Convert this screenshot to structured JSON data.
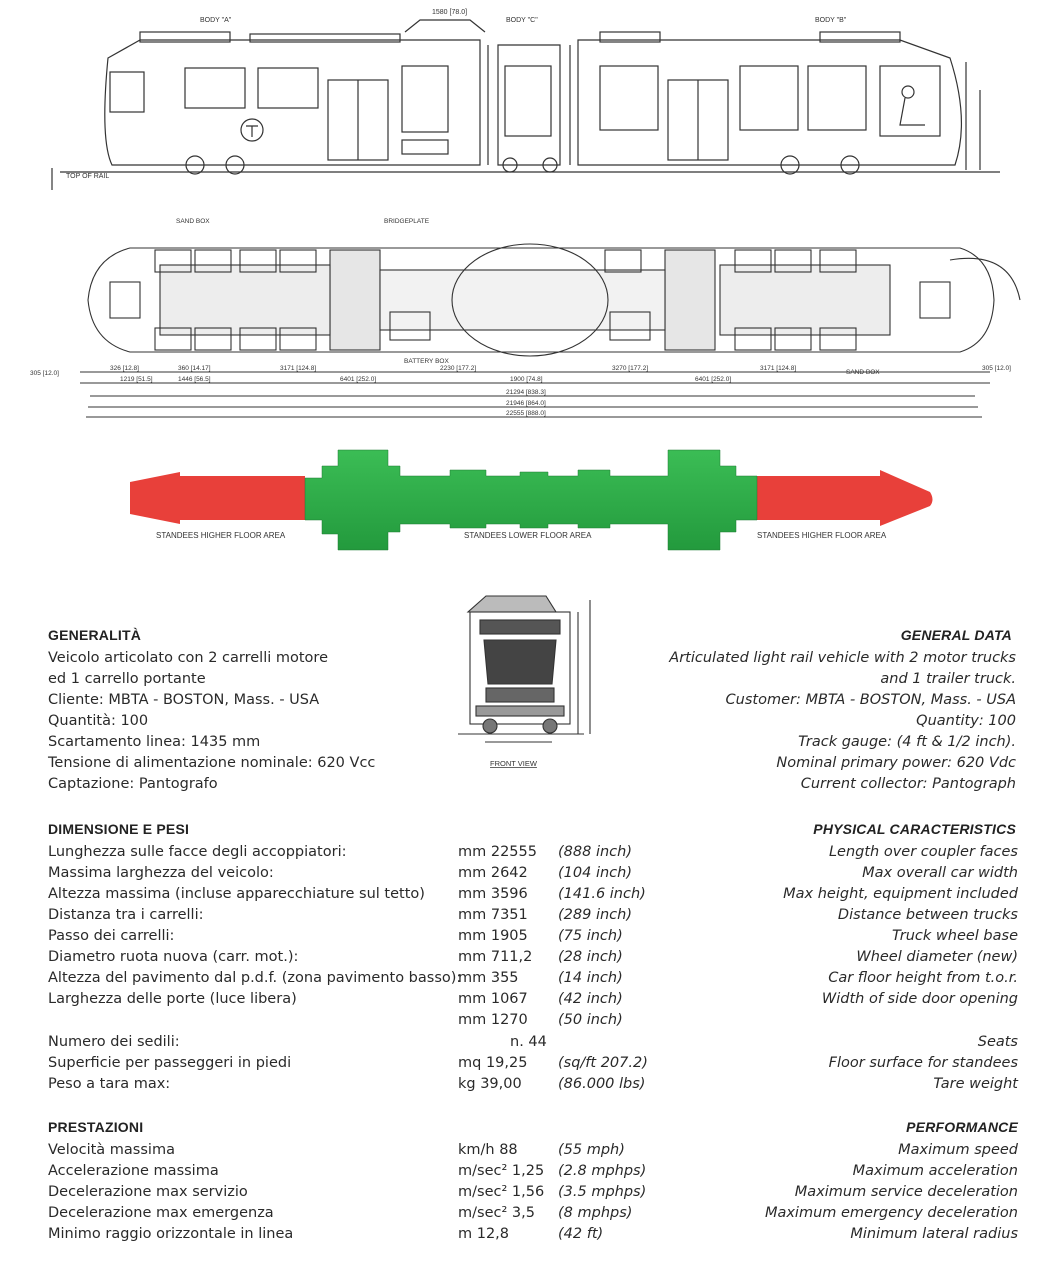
{
  "drawing_labels": {
    "body_a": "BODY \"A\"",
    "body_b": "BODY \"B\"",
    "body_c": "BODY \"C\"",
    "dim_top": "1580 [78.0]",
    "top_of_rail": "TOP OF RAIL",
    "sand_box": "SAND BOX",
    "bridgeplate": "BRIDGEPLATE",
    "battery_box": "BATTERY BOX",
    "front_view": "FRONT VIEW"
  },
  "plan_dimensions": {
    "row1": [
      "305 [12.0]",
      "326 [12.8]",
      "360 [14.17]",
      "3171 [124.8]",
      "2230 [177.2]",
      "3270 [177.2]",
      "3171 [124.8]",
      "305 [12.0]"
    ],
    "row2": [
      "1219 [51.5]",
      "1446 [56.5]",
      "6401 [252.0]",
      "1900 [74.8]",
      "6401 [252.0]"
    ],
    "totals": [
      "21294 [838.3]",
      "21946 [864.0]",
      "22555 [888.0]"
    ]
  },
  "floor_diagram": {
    "left_label": "STANDEES HIGHER FLOOR AREA",
    "center_label": "STANDEES LOWER FLOOR AREA",
    "right_label": "STANDEES HIGHER FLOOR AREA",
    "colors": {
      "higher": "#e8403a",
      "lower": "#2fb24a"
    }
  },
  "general": {
    "title_it": "GENERALITÀ",
    "title_en": "GENERAL DATA",
    "lines_it": [
      "Veicolo articolato con 2 carrelli motore",
      "ed 1 carrello portante",
      "Cliente: MBTA - BOSTON, Mass. - USA",
      "Quantità: 100",
      "Scartamento linea: 1435 mm",
      "Tensione di alimentazione nominale: 620 Vcc",
      "Captazione: Pantografo"
    ],
    "lines_en": [
      "Articulated light rail vehicle with 2 motor trucks",
      "and 1 trailer truck.",
      "Customer: MBTA - BOSTON, Mass. - USA",
      "Quantity: 100",
      "Track gauge: (4 ft & 1/2 inch).",
      "Nominal primary power: 620 Vdc",
      "Current collector: Pantograph"
    ]
  },
  "physical": {
    "title_it": "DIMENSIONE E PESI",
    "title_en": "PHYSICAL CARACTERISTICS",
    "rows": [
      {
        "it": "Lunghezza sulle facce degli accoppiatori:",
        "unit": "mm 22555",
        "imp": "(888 inch)",
        "en": "Length over coupler faces"
      },
      {
        "it": "Massima larghezza del veicolo:",
        "unit": "mm 2642",
        "imp": "(104 inch)",
        "en": "Max overall car width"
      },
      {
        "it": "Altezza massima (incluse apparecchiature sul tetto)",
        "unit": "mm 3596",
        "imp": "(141.6 inch)",
        "en": "Max height, equipment included"
      },
      {
        "it": "Distanza tra i carrelli:",
        "unit": "mm 7351",
        "imp": "(289 inch)",
        "en": "Distance between trucks"
      },
      {
        "it": "Passo dei carrelli:",
        "unit": "mm 1905",
        "imp": "(75 inch)",
        "en": "Truck wheel base"
      },
      {
        "it": "Diametro ruota nuova (carr. mot.):",
        "unit": "mm 711,2",
        "imp": "(28 inch)",
        "en": "Wheel diameter (new)"
      },
      {
        "it": "Altezza del pavimento dal p.d.f. (zona pavimento basso):",
        "unit": "mm 355",
        "imp": "(14 inch)",
        "en": "Car floor height from t.o.r."
      },
      {
        "it": "Larghezza delle porte (luce libera)",
        "unit": "mm 1067",
        "imp": "(42 inch)",
        "en": "Width of side door opening"
      },
      {
        "it": "",
        "unit": "mm 1270",
        "imp": "(50 inch)",
        "en": ""
      },
      {
        "it": "Numero dei sedili:",
        "unit": "n. 44",
        "imp": "",
        "en": "Seats"
      },
      {
        "it": "Superficie per passeggeri in piedi",
        "unit": "mq 19,25",
        "imp": "(sq/ft 207.2)",
        "en": "Floor surface for standees"
      },
      {
        "it": "Peso a tara max:",
        "unit": "kg 39,00",
        "imp": "(86.000 lbs)",
        "en": "Tare weight"
      }
    ]
  },
  "performance": {
    "title_it": "PRESTAZIONI",
    "title_en": "PERFORMANCE",
    "rows": [
      {
        "it": "Velocità massima",
        "unit": "km/h 88",
        "imp": "(55 mph)",
        "en": "Maximum speed"
      },
      {
        "it": "Accelerazione massima",
        "unit": "m/sec² 1,25",
        "imp": "(2.8 mphps)",
        "en": "Maximum acceleration"
      },
      {
        "it": "Decelerazione max servizio",
        "unit": "m/sec² 1,56",
        "imp": "(3.5 mphps)",
        "en": "Maximum service deceleration"
      },
      {
        "it": "Decelerazione max emergenza",
        "unit": "m/sec² 3,5",
        "imp": "(8 mphps)",
        "en": "Maximum emergency deceleration"
      },
      {
        "it": "Minimo raggio orizzontale in linea",
        "unit": "m 12,8",
        "imp": "(42 ft)",
        "en": "Minimum lateral radius"
      }
    ]
  }
}
